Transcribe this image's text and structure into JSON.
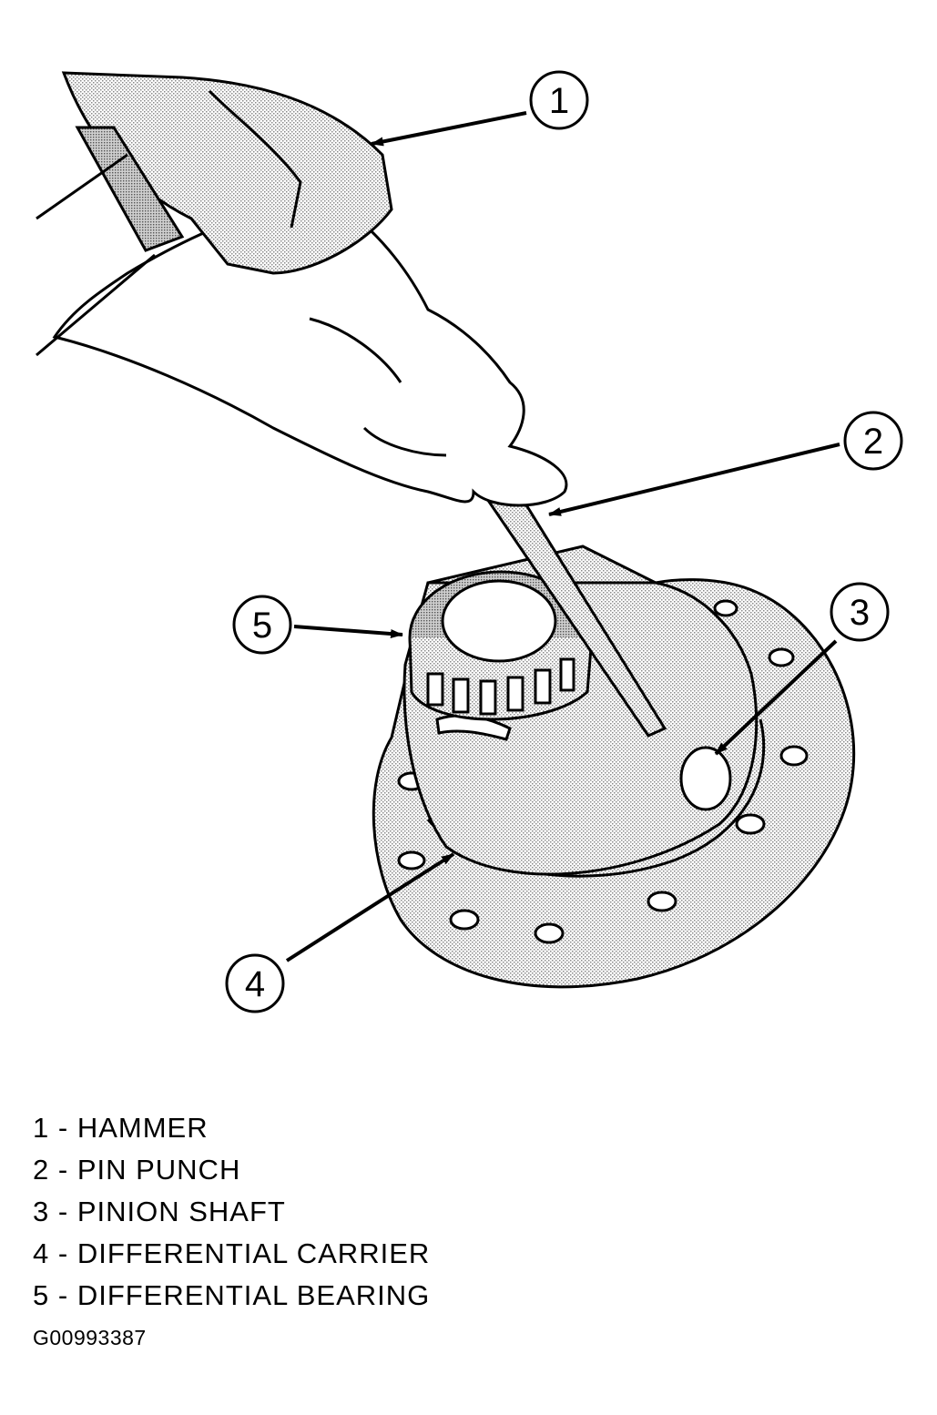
{
  "callouts": [
    {
      "number": "1"
    },
    {
      "number": "2"
    },
    {
      "number": "3"
    },
    {
      "number": "4"
    },
    {
      "number": "5"
    }
  ],
  "legend": [
    {
      "number": "1",
      "separator": " - ",
      "label": "HAMMER"
    },
    {
      "number": "2",
      "separator": " - ",
      "label": "PIN PUNCH"
    },
    {
      "number": "3",
      "separator": " - ",
      "label": "PINION SHAFT"
    },
    {
      "number": "4",
      "separator": " - ",
      "label": "DIFFERENTIAL CARRIER"
    },
    {
      "number": "5",
      "separator": " - ",
      "label": "DIFFERENTIAL BEARING"
    }
  ],
  "figure_id": "G00993387",
  "colors": {
    "line": "#000000",
    "shade": "#bdbdbd",
    "background": "#ffffff"
  }
}
